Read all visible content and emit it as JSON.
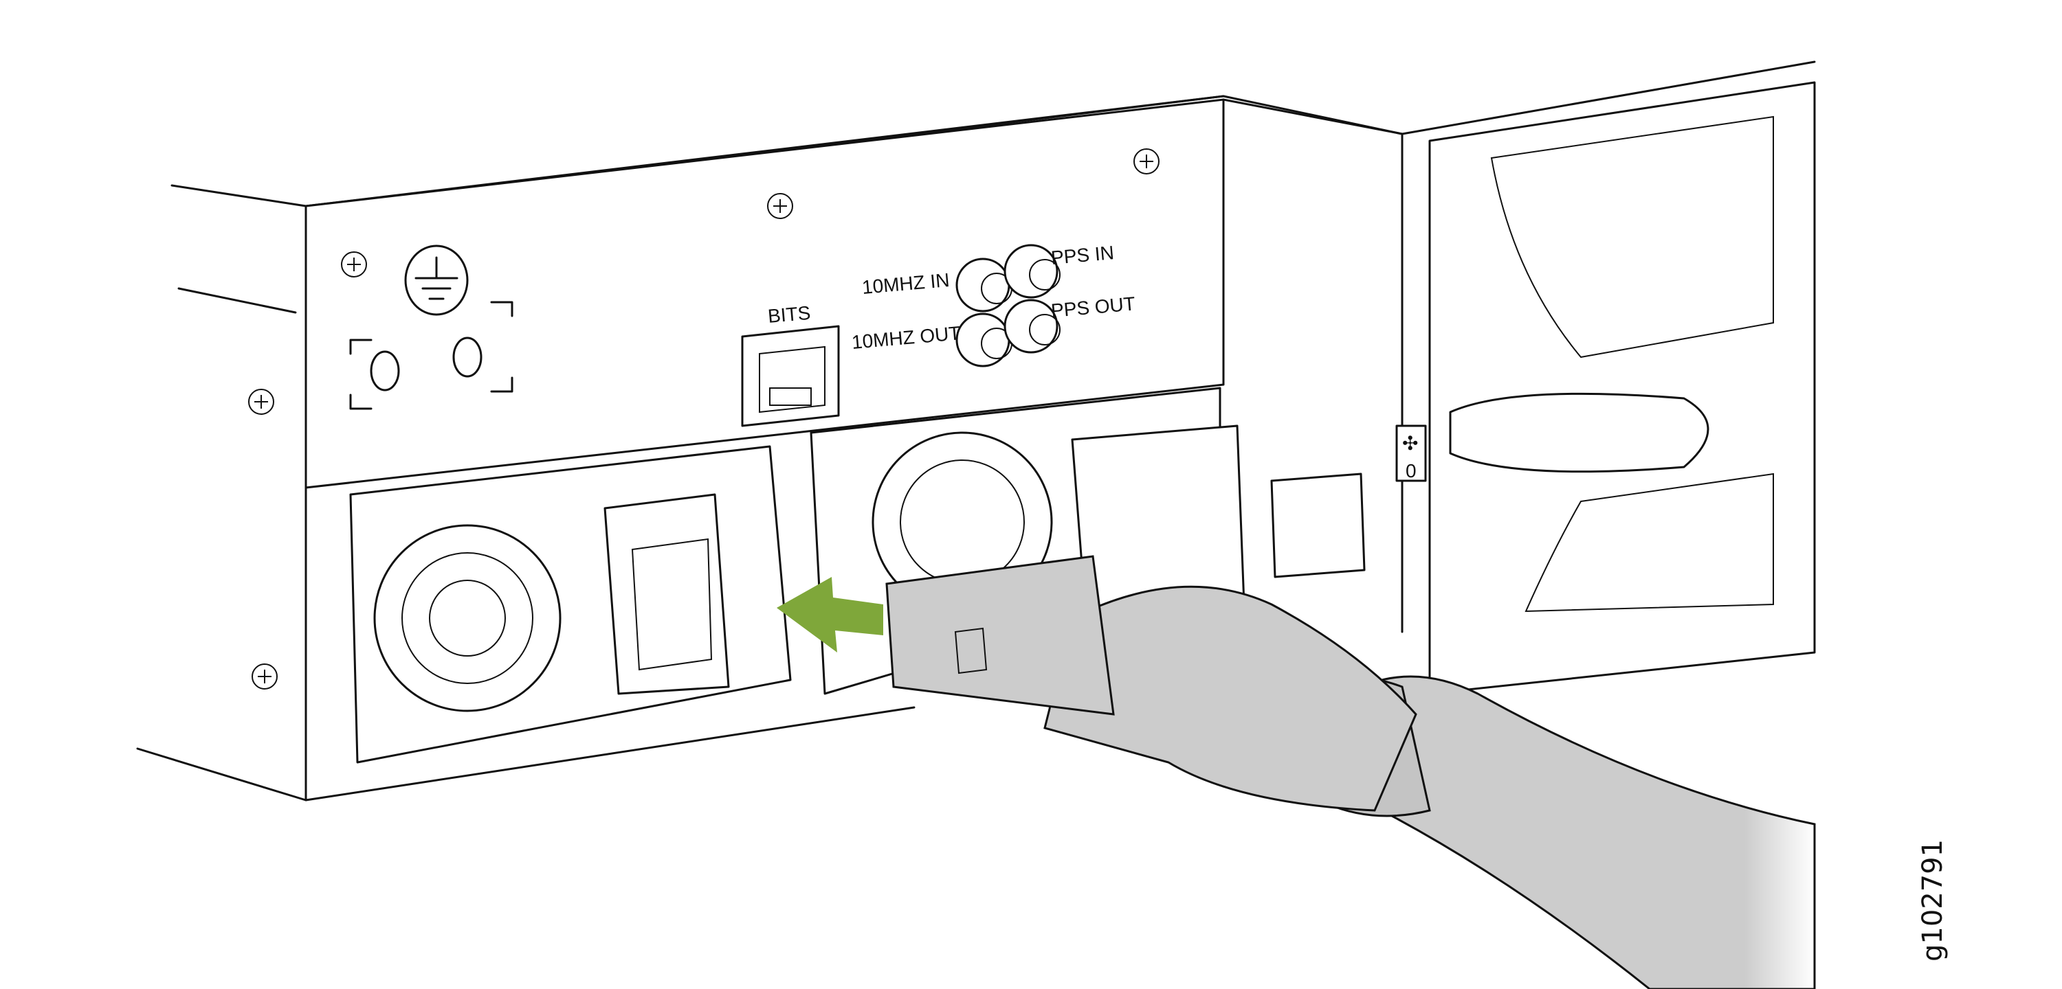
{
  "labels": {
    "bits": "BITS",
    "ten_mhz_in": "10MHZ IN",
    "pps_in": "PPS IN",
    "ten_mhz_out": "10MHZ OUT",
    "pps_out": "PPS OUT",
    "fan_tray_number": "0"
  },
  "figure_id": "g102791",
  "colors": {
    "arrow": "#7fa73a",
    "cable": "#cccccc",
    "line": "#111111"
  }
}
